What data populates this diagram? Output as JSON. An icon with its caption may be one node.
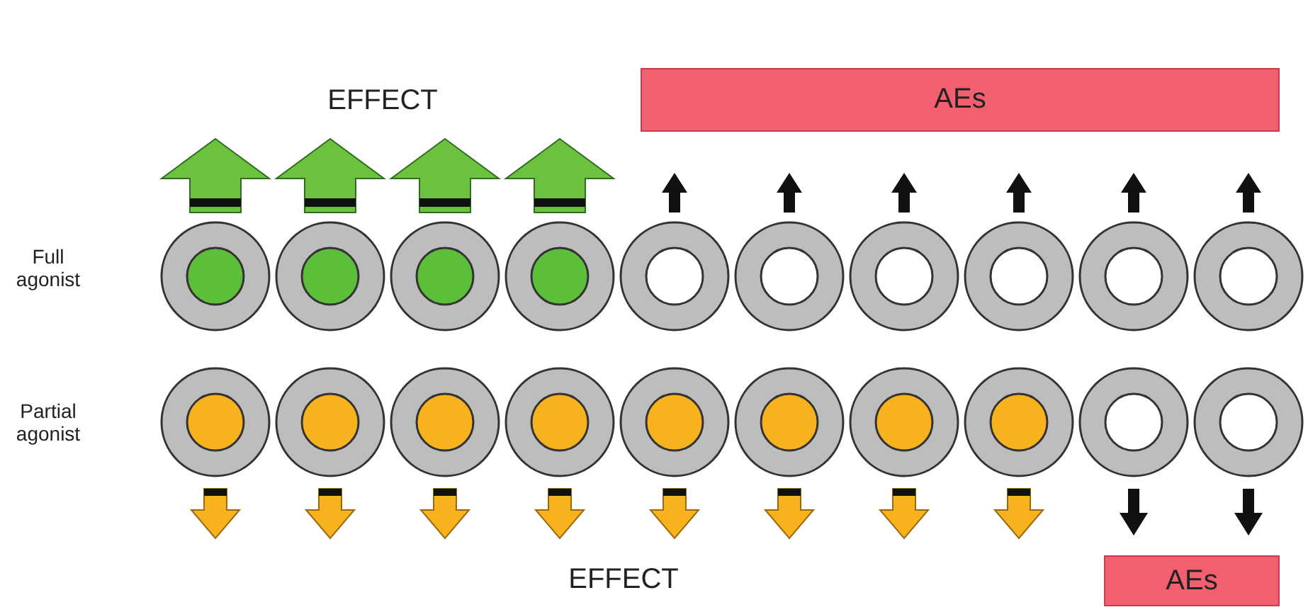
{
  "diagram": {
    "nodes": [
      {
        "text": [
          "AEs"
        ]
      },
      {
        "text": [
          "AEs"
        ]
      }
    ],
    "labels": [
      "EFFECT",
      "Full agonist",
      "Partial agonist",
      "EFFECT"
    ]
  }
}
